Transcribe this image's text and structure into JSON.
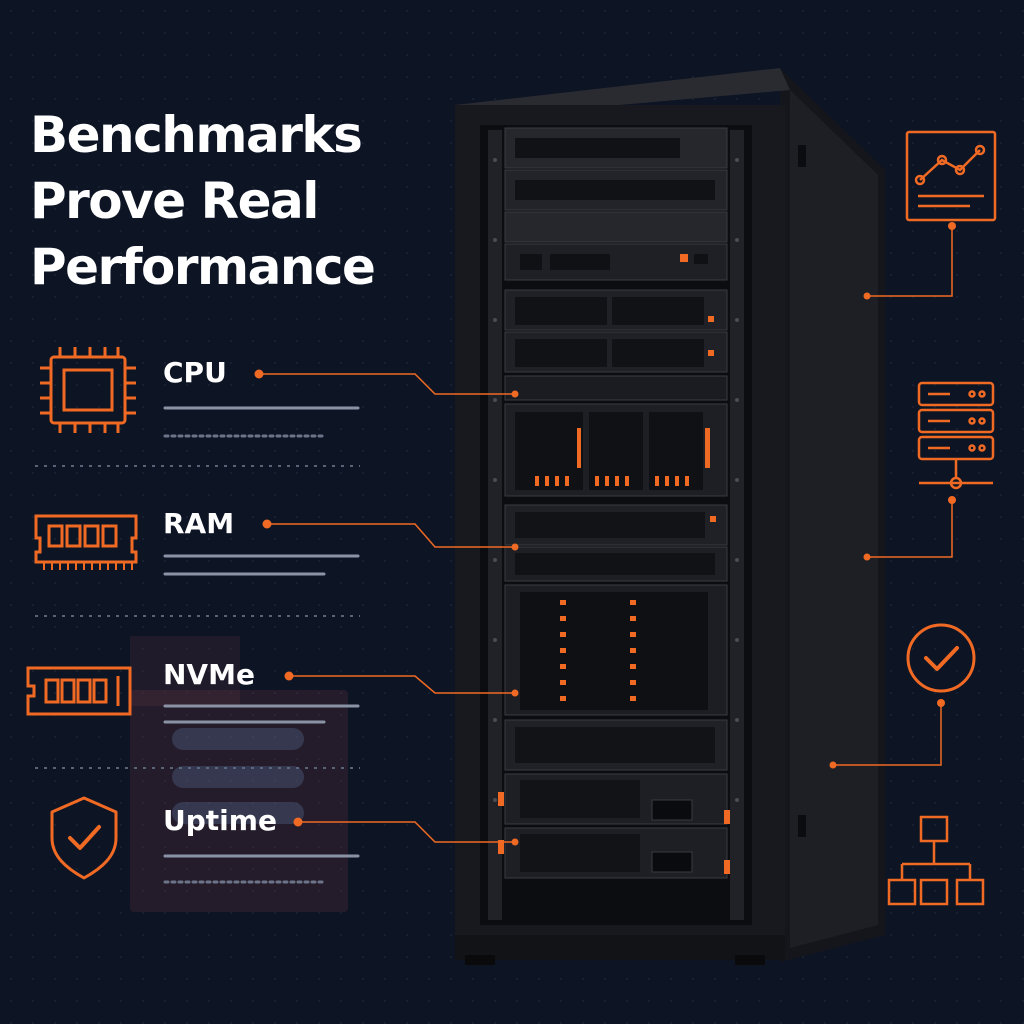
{
  "headline": {
    "line1": "Benchmarks",
    "line2": "Prove Real",
    "line3": "Performance"
  },
  "metrics": [
    {
      "label": "CPU",
      "icon": "cpu-chip-icon"
    },
    {
      "label": "RAM",
      "icon": "ram-module-icon"
    },
    {
      "label": "NVMe",
      "icon": "nvme-ssd-icon"
    },
    {
      "label": "Uptime",
      "icon": "shield-check-icon"
    }
  ],
  "side_icons": [
    "line-chart-icon",
    "server-stack-icon",
    "check-circle-icon",
    "network-hierarchy-icon"
  ],
  "colors": {
    "background": "#0d1424",
    "accent": "#f06a24",
    "text": "#ffffff",
    "rack": "#1c1d22"
  }
}
